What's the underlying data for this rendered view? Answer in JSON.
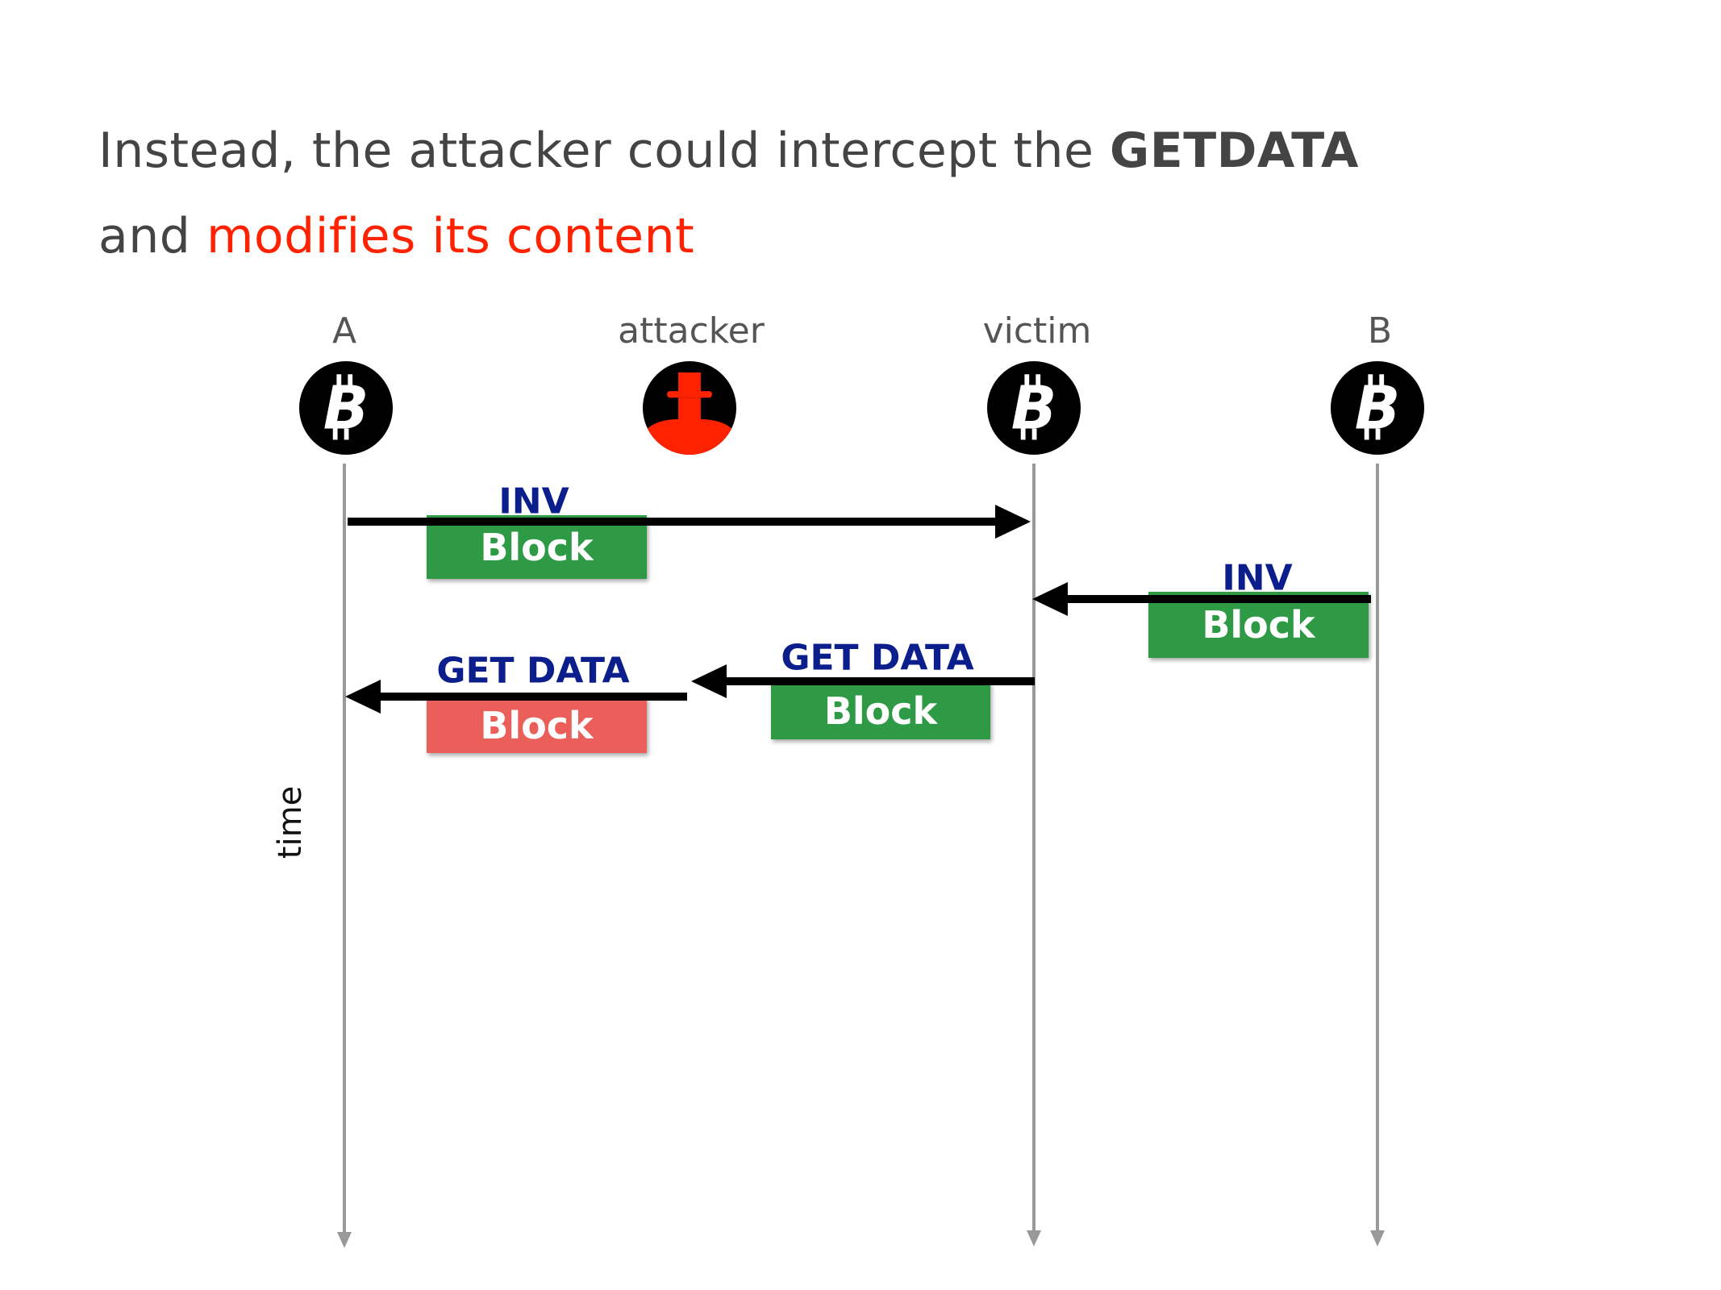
{
  "title": {
    "line1_prefix": "Instead, the attacker could intercept the ",
    "line1_bold": "GETDATA",
    "line2_prefix": "and ",
    "line2_highlight": "modifies its content"
  },
  "colors": {
    "text": "#444444",
    "highlight": "#ff2200",
    "message_label": "#0b1e8c",
    "block_valid": "#2e9a46",
    "block_modified": "#ea5f5a",
    "lifeline": "#999999",
    "attacker_line": "#ff2200"
  },
  "nodes": [
    {
      "id": "A",
      "label": "A",
      "icon": "bitcoin-icon"
    },
    {
      "id": "attacker",
      "label": "attacker",
      "icon": "spy-icon"
    },
    {
      "id": "victim",
      "label": "victim",
      "icon": "bitcoin-icon"
    },
    {
      "id": "B",
      "label": "B",
      "icon": "bitcoin-icon"
    }
  ],
  "messages": [
    {
      "from": "A",
      "to": "victim",
      "label": "INV",
      "payload": "Block",
      "payload_state": "valid"
    },
    {
      "from": "B",
      "to": "victim",
      "label": "INV",
      "payload": "Block",
      "payload_state": "valid"
    },
    {
      "from": "victim",
      "to": "attacker",
      "label": "GET DATA",
      "payload": "Block",
      "payload_state": "valid"
    },
    {
      "from": "attacker",
      "to": "A",
      "label": "GET DATA",
      "payload": "Block",
      "payload_state": "modified"
    }
  ],
  "axis": {
    "label": "time"
  }
}
